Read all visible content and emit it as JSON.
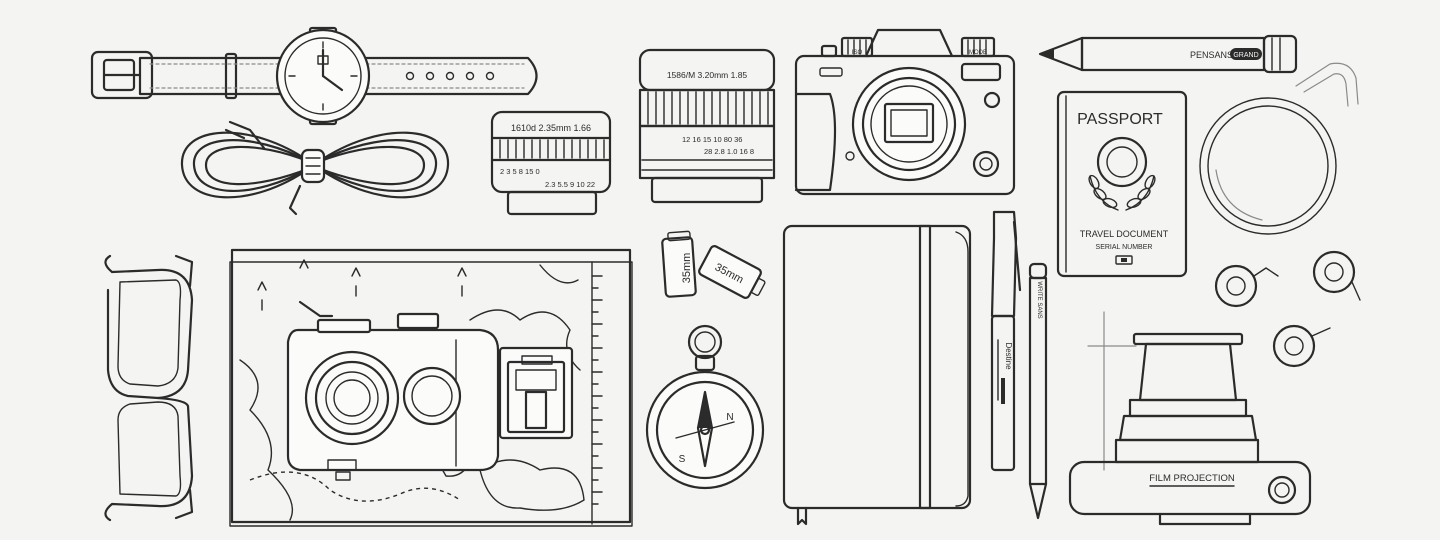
{
  "colors": {
    "background": "#f4f4f2",
    "ink": "#2b2b2b"
  },
  "pencil": {
    "brand": "PENSANS",
    "tag": "GRAND"
  },
  "lens_large": {
    "top_text": "1586/M  3.20mm  1.85",
    "scale_row1": "12   16   15   10   80   36",
    "scale_row2": "28   2.8   1.0   16   8"
  },
  "lens_small": {
    "top_text": "1610d  2.35mm  1.66",
    "scale_row1": "2  3  5  8  15  0",
    "scale_row2": "2.3  5.5  9  10  22"
  },
  "camera": {
    "dial_left": "ISO",
    "dial_right": "MODE"
  },
  "passport": {
    "title": "PASSPORT",
    "line1": "TRAVEL DOCUMENT",
    "line2": "SERIAL NUMBER"
  },
  "film": {
    "canister1": "35mm",
    "canister2": "35mm"
  },
  "pen": {
    "label": "Destine"
  },
  "fine_pencil": {
    "label": "WRITE SANS"
  },
  "projector": {
    "label": "FILM PROJECTION"
  },
  "compass": {
    "north": "N",
    "south": "S"
  }
}
